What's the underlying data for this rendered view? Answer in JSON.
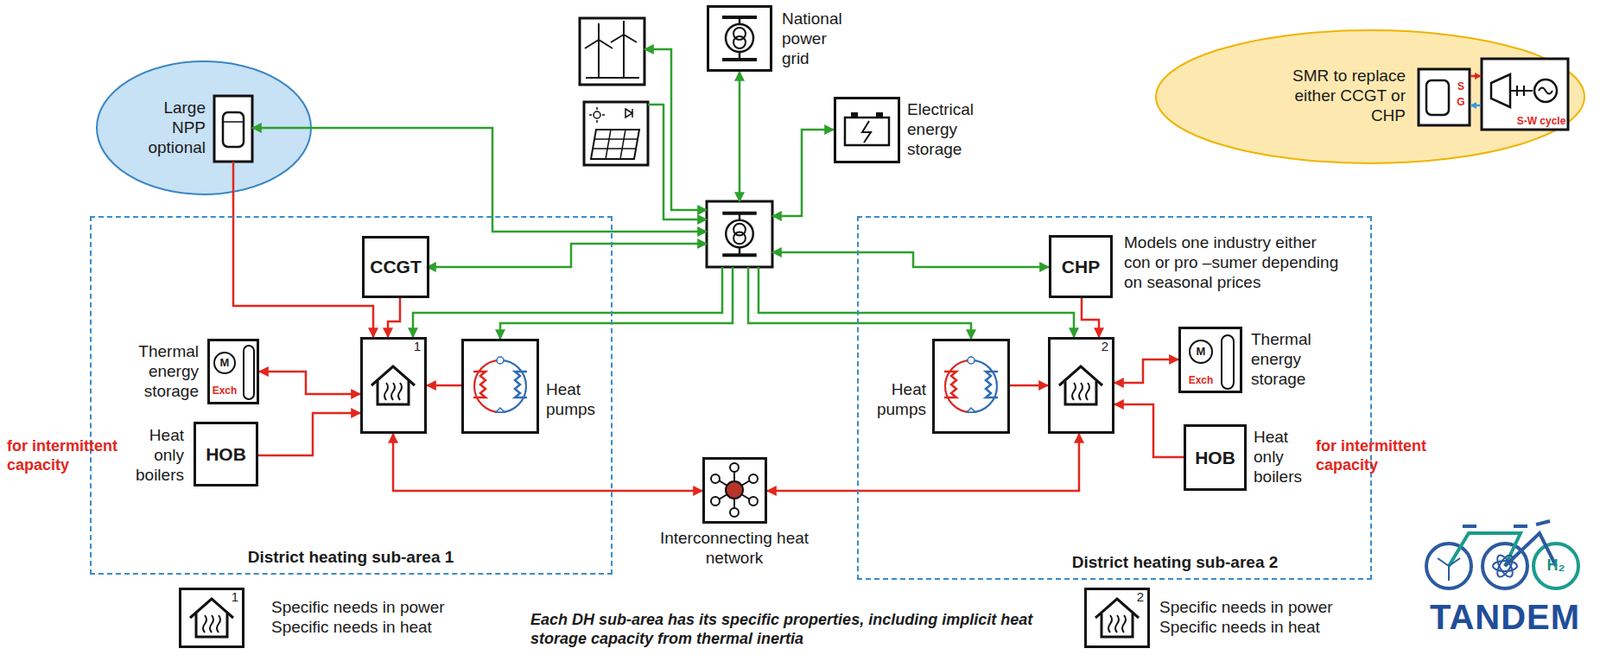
{
  "diagram": {
    "nodes": [
      {
        "text": [
          "Large NPP optional"
        ]
      },
      {
        "text": [
          "National power grid"
        ]
      },
      {
        "text": [
          "Electrical energy storage"
        ]
      },
      {
        "text": [
          "District heating sub-area 1"
        ]
      },
      {
        "text": [
          "CCGT"
        ],
        "in": 3
      },
      {
        "text": [
          "Thermal energy storage"
        ],
        "in": 3
      },
      {
        "text": [
          "HOB",
          "Heat only boilers"
        ],
        "in": 3
      },
      {
        "text": [
          "1"
        ],
        "in": 3
      },
      {
        "text": [
          "Heat pumps"
        ],
        "in": 3
      },
      {
        "text": [
          "Interconnecting heat network"
        ]
      },
      {
        "text": [
          "District heating sub-area 2"
        ]
      },
      {
        "text": [
          "CHP",
          "Models one industry either con or pro –sumer depending on seasonal prices"
        ],
        "in": 10
      },
      {
        "text": [
          "Heat pumps"
        ],
        "in": 10
      },
      {
        "text": [
          "2"
        ],
        "in": 10
      },
      {
        "text": [
          "Thermal energy storage"
        ],
        "in": 10
      },
      {
        "text": [
          "HOB",
          "Heat only boilers"
        ],
        "in": 10
      },
      {
        "text": [
          "SMR to replace either CCGT or CHP"
        ]
      },
      {
        "text": [
          "1",
          "Specific needs in power Specific needs in heat"
        ]
      },
      {
        "text": [
          "2",
          "Specific needs in power Specific needs in heat"
        ]
      }
    ],
    "edges": [
      {
        "from": 0,
        "to": 7,
        "arrow": "to"
      },
      {
        "from": 4,
        "to": 7,
        "arrow": "to"
      },
      {
        "from": 7,
        "to": 5,
        "arrow": "both"
      },
      {
        "from": 6,
        "to": 7,
        "arrow": "to"
      },
      {
        "from": 8,
        "to": 7,
        "arrow": "to"
      },
      {
        "from": 7,
        "to": 9,
        "arrow": "both"
      },
      {
        "from": 9,
        "to": 13,
        "arrow": "both"
      },
      {
        "from": 11,
        "to": 13,
        "arrow": "to"
      },
      {
        "from": 12,
        "to": 13,
        "arrow": "to"
      },
      {
        "from": 13,
        "to": 14,
        "arrow": "both"
      },
      {
        "from": 15,
        "to": 13,
        "arrow": "to"
      }
    ],
    "labels": [
      "for intermittent capacity",
      "for intermittent capacity",
      "M",
      "Exch",
      "M",
      "Exch",
      "S",
      "G",
      "S-W cycle",
      "Each DH sub-area has its specific properties, including implicit heat storage capacity from thermal inertia",
      "TANDEM",
      "H₂"
    ]
  }
}
